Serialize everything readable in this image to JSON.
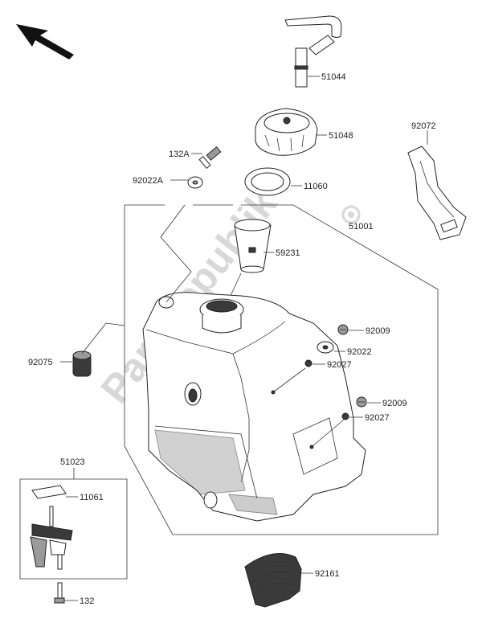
{
  "watermark": "Partsrepublik",
  "labels": {
    "p51044": "51044",
    "p51048": "51048",
    "p92072": "92072",
    "p132A": "132A",
    "p92022A": "92022A",
    "p11060": "11060",
    "p51001": "51001",
    "p59231": "59231",
    "p92009a": "92009",
    "p92022": "92022",
    "p92027a": "92027",
    "p92075": "92075",
    "p92009b": "92009",
    "p92027b": "92027",
    "p51023": "51023",
    "p11061": "11061",
    "p92161": "92161",
    "p132": "132"
  },
  "icons": {
    "direction_arrow": "front-direction-arrow-icon"
  }
}
